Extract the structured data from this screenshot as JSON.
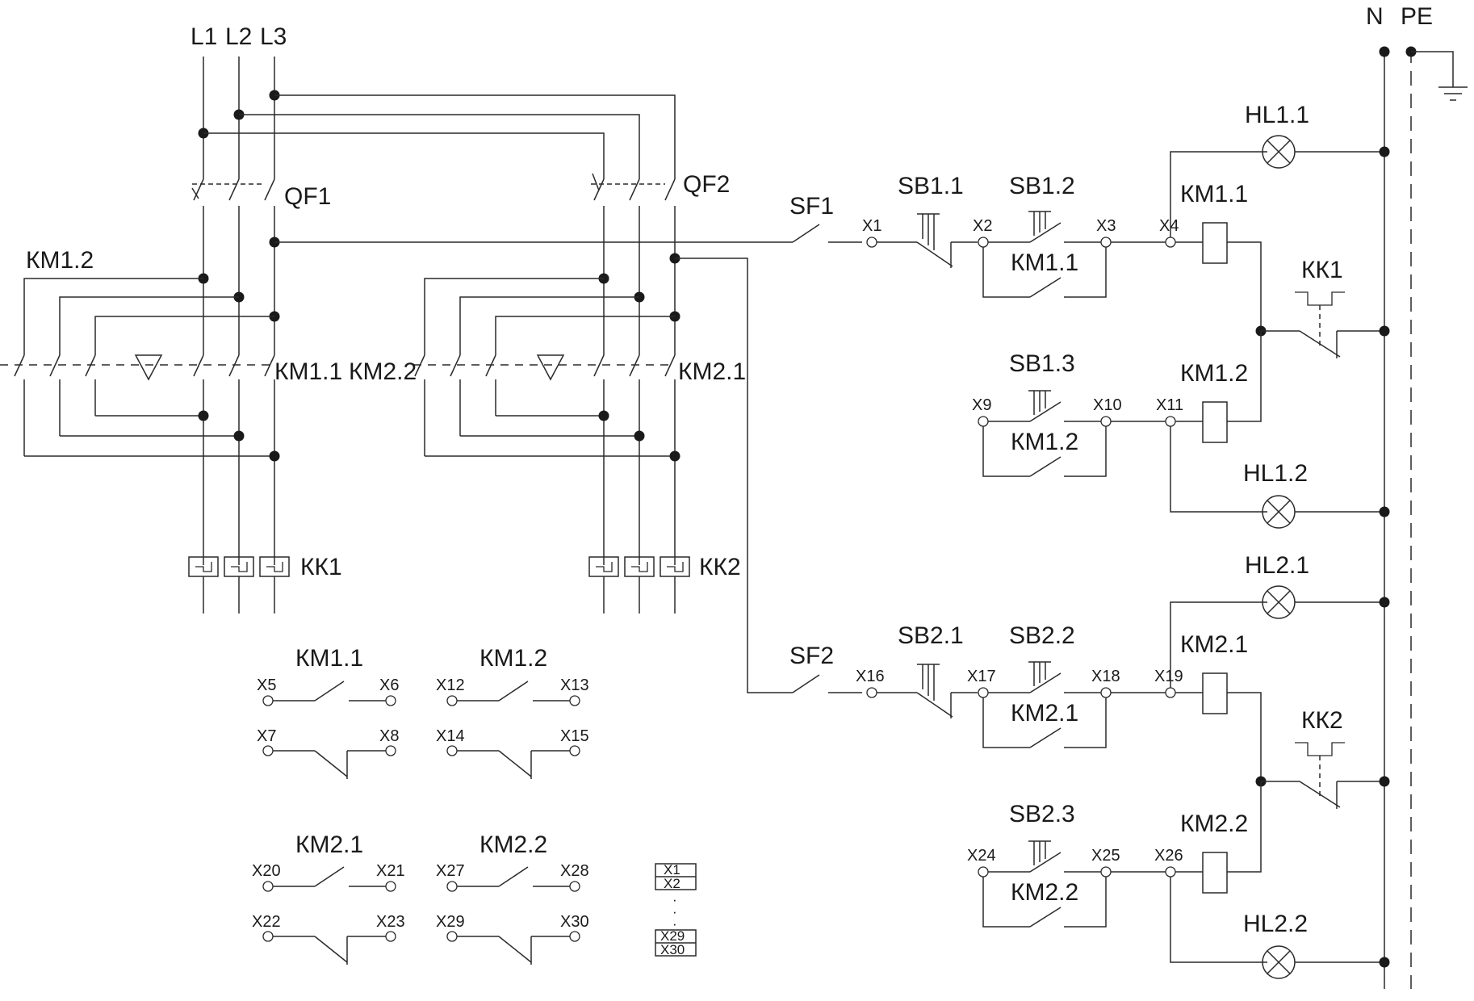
{
  "buses": {
    "n": "N",
    "pe": "PE"
  },
  "phases": [
    "L1",
    "L2",
    "L3"
  ],
  "breakers": {
    "qf1": "QF1",
    "qf2": "QF2",
    "sf1": "SF1",
    "sf2": "SF2"
  },
  "power": {
    "km11": "КМ1.1",
    "km12": "КМ1.2",
    "km21": "КМ2.1",
    "km22": "КМ2.2",
    "kk1": "КК1",
    "kk2": "КК2"
  },
  "control1": {
    "sb11": "SB1.1",
    "sb12": "SB1.2",
    "sb13": "SB1.3",
    "km11_coil": "КМ1.1",
    "km12_coil": "КМ1.2",
    "km11_hold": "КМ1.1",
    "km12_hold": "КМ1.2",
    "kk1": "КК1",
    "hl11": "HL1.1",
    "hl12": "HL1.2",
    "x1": "X1",
    "x2": "X2",
    "x3": "X3",
    "x4": "X4",
    "x9": "X9",
    "x10": "X10",
    "x11": "X11"
  },
  "control2": {
    "sb21": "SB2.1",
    "sb22": "SB2.2",
    "sb23": "SB2.3",
    "km21_coil": "КМ2.1",
    "km22_coil": "КМ2.2",
    "km21_hold": "КМ2.1",
    "km22_hold": "КМ2.2",
    "kk2": "КК2",
    "hl21": "HL2.1",
    "hl22": "HL2.2",
    "x16": "X16",
    "x17": "X17",
    "x18": "X18",
    "x19": "X19",
    "x24": "X24",
    "x25": "X25",
    "x26": "X26"
  },
  "aux": {
    "km11": {
      "title": "КМ1.1",
      "no_l": "X5",
      "no_r": "X6",
      "nc_l": "X7",
      "nc_r": "X8"
    },
    "km12": {
      "title": "КМ1.2",
      "no_l": "X12",
      "no_r": "X13",
      "nc_l": "X14",
      "nc_r": "X15"
    },
    "km21": {
      "title": "КМ2.1",
      "no_l": "X20",
      "no_r": "X21",
      "nc_l": "X22",
      "nc_r": "X23"
    },
    "km22": {
      "title": "КМ2.2",
      "no_l": "X27",
      "no_r": "X28",
      "nc_l": "X29",
      "nc_r": "X30"
    }
  },
  "terminal_block": {
    "t1": "X1",
    "t2": "X2",
    "dots": "·",
    "t29": "X29",
    "t30": "X30"
  }
}
